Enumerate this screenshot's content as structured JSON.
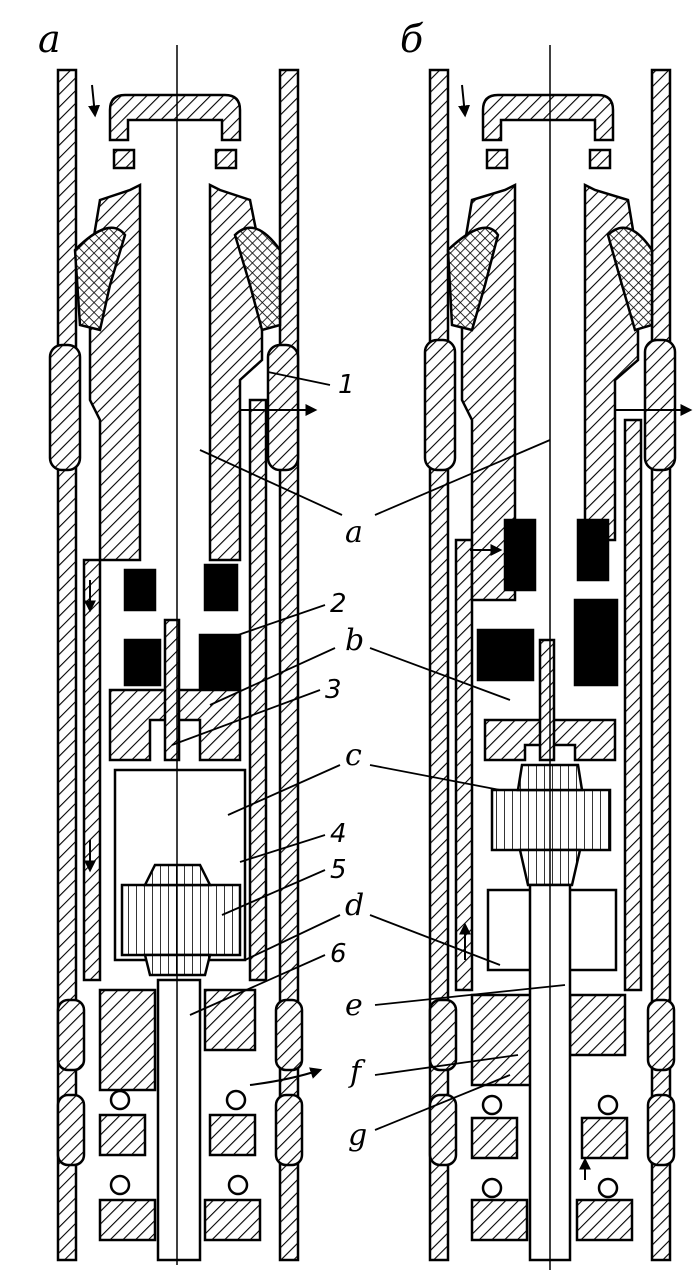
{
  "panels": {
    "left": "а",
    "right": "б"
  },
  "numbers": {
    "n1": "1",
    "n2": "2",
    "n3": "3",
    "n4": "4",
    "n5": "5",
    "n6": "6"
  },
  "letters": {
    "a": "a",
    "b": "b",
    "c": "c",
    "d": "d",
    "e": "e",
    "f": "f",
    "g": "g"
  },
  "colors": {
    "ink": "#000000",
    "paper": "#ffffff"
  }
}
